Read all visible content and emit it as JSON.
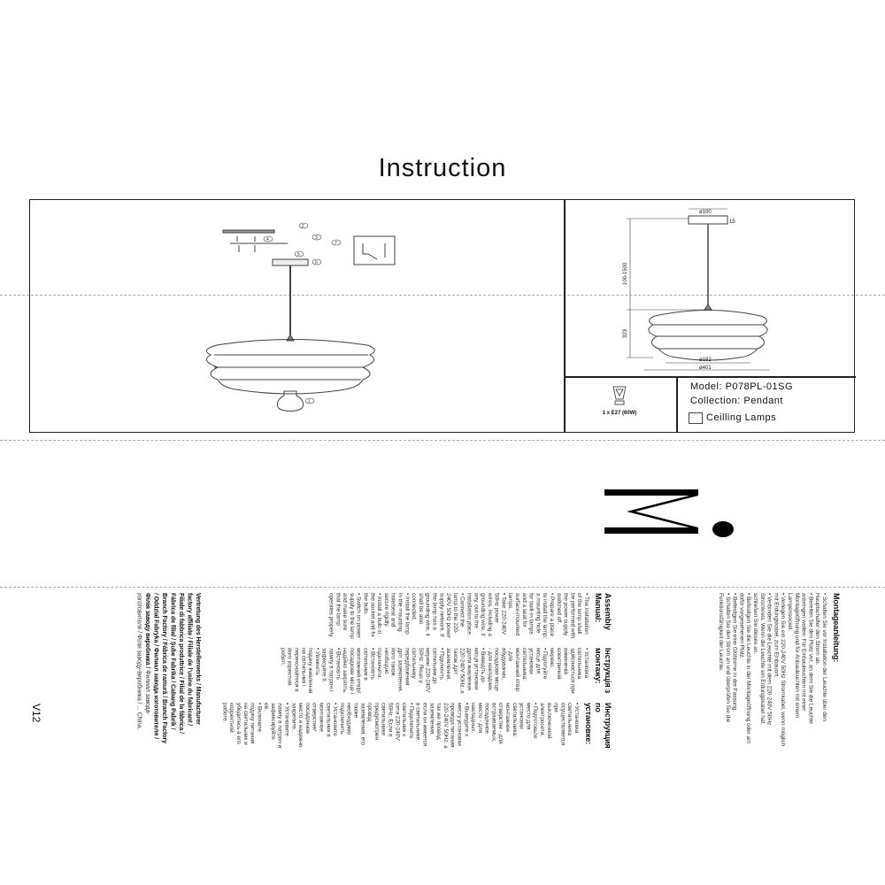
{
  "title": "Instruction",
  "spec": {
    "diam_top": "ø100",
    "canopy_h": "15",
    "cable_len": "100-1500",
    "shade_h": "323",
    "diam_bottom": "ø182",
    "diam_shade": "ø401",
    "bulb": "1 x E27 (60W)",
    "model": "Model: P078PL-01SG",
    "collection": "Collection: Pendant",
    "category": "Ceilling Lamps"
  },
  "callouts": [
    "1",
    "2",
    "3",
    "4",
    "5",
    "6",
    "7"
  ],
  "german": {
    "heading": "Montageanleitung:",
    "items": [
      "Schalten Sie vor Installation der Leuchte über den Hauptschalter den Strom ab.",
      "Bereiten Sie den Platz vor, an dem Sie die Leuchte anbringen wollen: Für Einbauleuchten mit einer Montageöffnung und für Anbauleuchten mit einem Lampensockel.",
      "Verlegen Sie ein 220-240V 50Hz Stromkabel, wenn möglich mit Erdungskabel, zum Einbauort.",
      "Verbinden Sie die Leuchte mit dem 220-240V 50Hz Stromkreis. Wenn die Leuchte ein Erdungskabel hat, schließen Sie dieses an.",
      "Befestigen Sie die Leuchte in der Montageöffnung oder am dafür vorgesehenen Platz.",
      "Befestigen Sie eine Glühbirne in der Fassung.",
      "Schalten Sie den Strom an und überprüfen Sie die Funktionsfähigkeit der Leuchte."
    ]
  },
  "english": {
    "heading": "Assembly Manual:",
    "items": [
      "The installation of the lamp shall be performed with the power supply switched off.",
      "Prepare a place to install the lamp: a mounting hole for built-in lamps and a seat for surface-mounted lamps.",
      "Take 220-240V 50Hz power wires, including a grounding wire, if any, out to the installation place.",
      "Connect the lamp to the 220-240V 50Hz power supply network. If the lamp has a grounding wire, it shall be also connected.",
      "Install the lamp in the mounting hole/seat and secure rigidly.",
      "Install a bulb in the socket and fix the bulb.",
      "Switch on power supply to the lamp and make sure that the lamp operates properly."
    ]
  },
  "ukrainian": {
    "heading": "Інструкція з монтажу:",
    "items": [
      "Установка світильника здійснюється при вимкненій електричній мережі.",
      "Підготуйте місце для установки світильника: монтажний отвір - для вбудованих, посадкове місце - для накладних.",
      "Виведіть до місця установки дроти живлення 220-240V 50Hz, а також дріт заземлення.",
      "Підключіть світильник до мережі 220-240V 50Hz. Якщо у світильнику передбачений дріт заземлення, його також необхідно підключити.",
      "Встановіть світильник в монтажний отвір/посадкове місце і надійно закріпіть.",
      "Встановіть лампу в патрон і зафіксуйте її.",
      "Увімкніть подачу живлення на світильник і переконайтеся в його коректній роботі."
    ]
  },
  "russian": {
    "heading": "Инструкция по установке:",
    "items": [
      "Установка светильника осуществляется при выключенной электросети.",
      "Подготовьте место для установки светильника: монтажное отверстие - для встраиваемых, посадочное место - для накладных.",
      "Выведите к месту установки провода питания 220-240V 50Hz, а так же провод заземления, если он имеется в светильнике.",
      "Подключите светильник к сети 220-240V 50Hz. Если в светильнике предусмотрен провод заземления, его также необходимо подключить.",
      "Установите светильник в монтажное отверстие/посадочное место и надежно закрепите.",
      "Установите лампу в патрон и зафиксируйте её.",
      "Включите подачу питания на светильник и убедитесь в его корректной работе."
    ]
  },
  "manufacturer": {
    "bold": "Vertretung des Herstellerwerks / Manufacturer factory affiliate / Filiale de l'usine du fabricant / Filiale di fabbrica produttrice / Filial de la fábrica / Fábrica de filial / Şube Fabrika / Cabang Pabrik / Branch Factory / Fábrica de ramură / Branch Factory / Oddział Fabryka / Филиал завода изготовителя / Філія заводу виробника /",
    "normal": "Филиал завода-изготовителя / Філія заводу-виробника / ... China."
  },
  "logo_text": "M.",
  "version": "V12"
}
